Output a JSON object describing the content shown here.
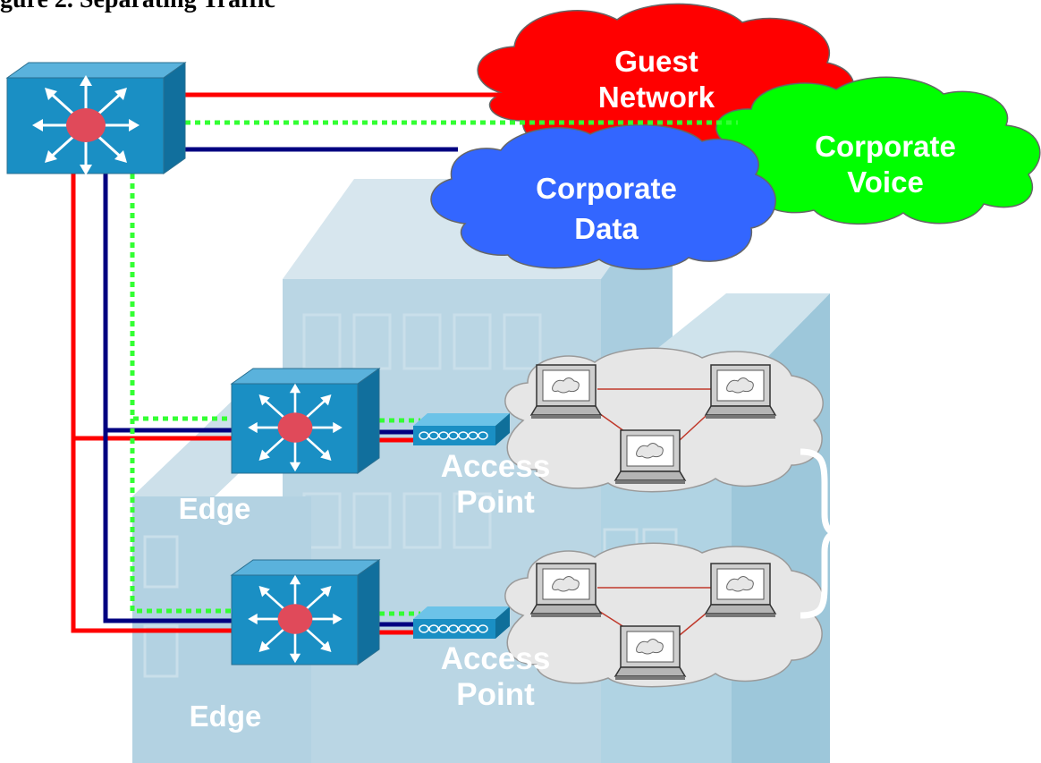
{
  "caption": "gure 2.  Separating Traffic",
  "clouds": {
    "guest": "Guest\nNetwork",
    "voice": "Corporate\nVoice",
    "data": "Corporate\nData"
  },
  "labels": {
    "edge_1": "Edge",
    "edge_2": "Edge",
    "ap_1": "Access\nPoint",
    "ap_2": "Access\nPoint"
  },
  "colors": {
    "guest": "#ff0000",
    "voice": "#00ff00",
    "data": "#3366ff",
    "link_red": "#ff0000",
    "link_blue": "#000080",
    "link_green": "#33ff33",
    "switch": "#1a8fc4",
    "switch_center": "#e04a5a",
    "building": "#9fc8da"
  },
  "icons": [
    "core-switch-icon",
    "edge-switch-icon",
    "access-point-icon",
    "laptop-icon",
    "brace-icon"
  ]
}
